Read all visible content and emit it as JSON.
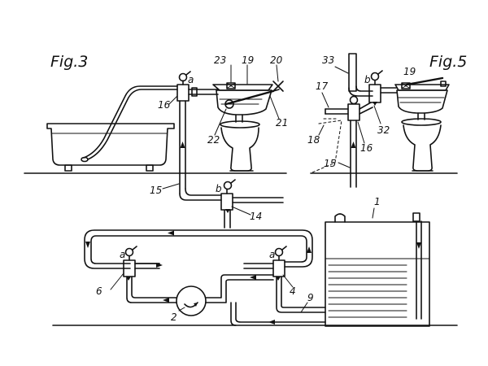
{
  "figures": {
    "fig3": "Fig.3",
    "fig5": "Fig.5"
  },
  "labels": {
    "n1": "1",
    "n2": "2",
    "n4": "4",
    "n6": "6",
    "n9": "9",
    "n14": "14",
    "n15": "15",
    "n15b": "15",
    "n16": "16",
    "n16b": "16",
    "n17": "17",
    "n18": "18",
    "n19": "19",
    "n19b": "19",
    "n20": "20",
    "n21": "21",
    "n22": "22",
    "n23": "23",
    "n32": "32",
    "n33": "33",
    "a_top": "a",
    "a_left": "a",
    "a_right": "a",
    "b_mid": "b",
    "b_fig5": "b"
  }
}
